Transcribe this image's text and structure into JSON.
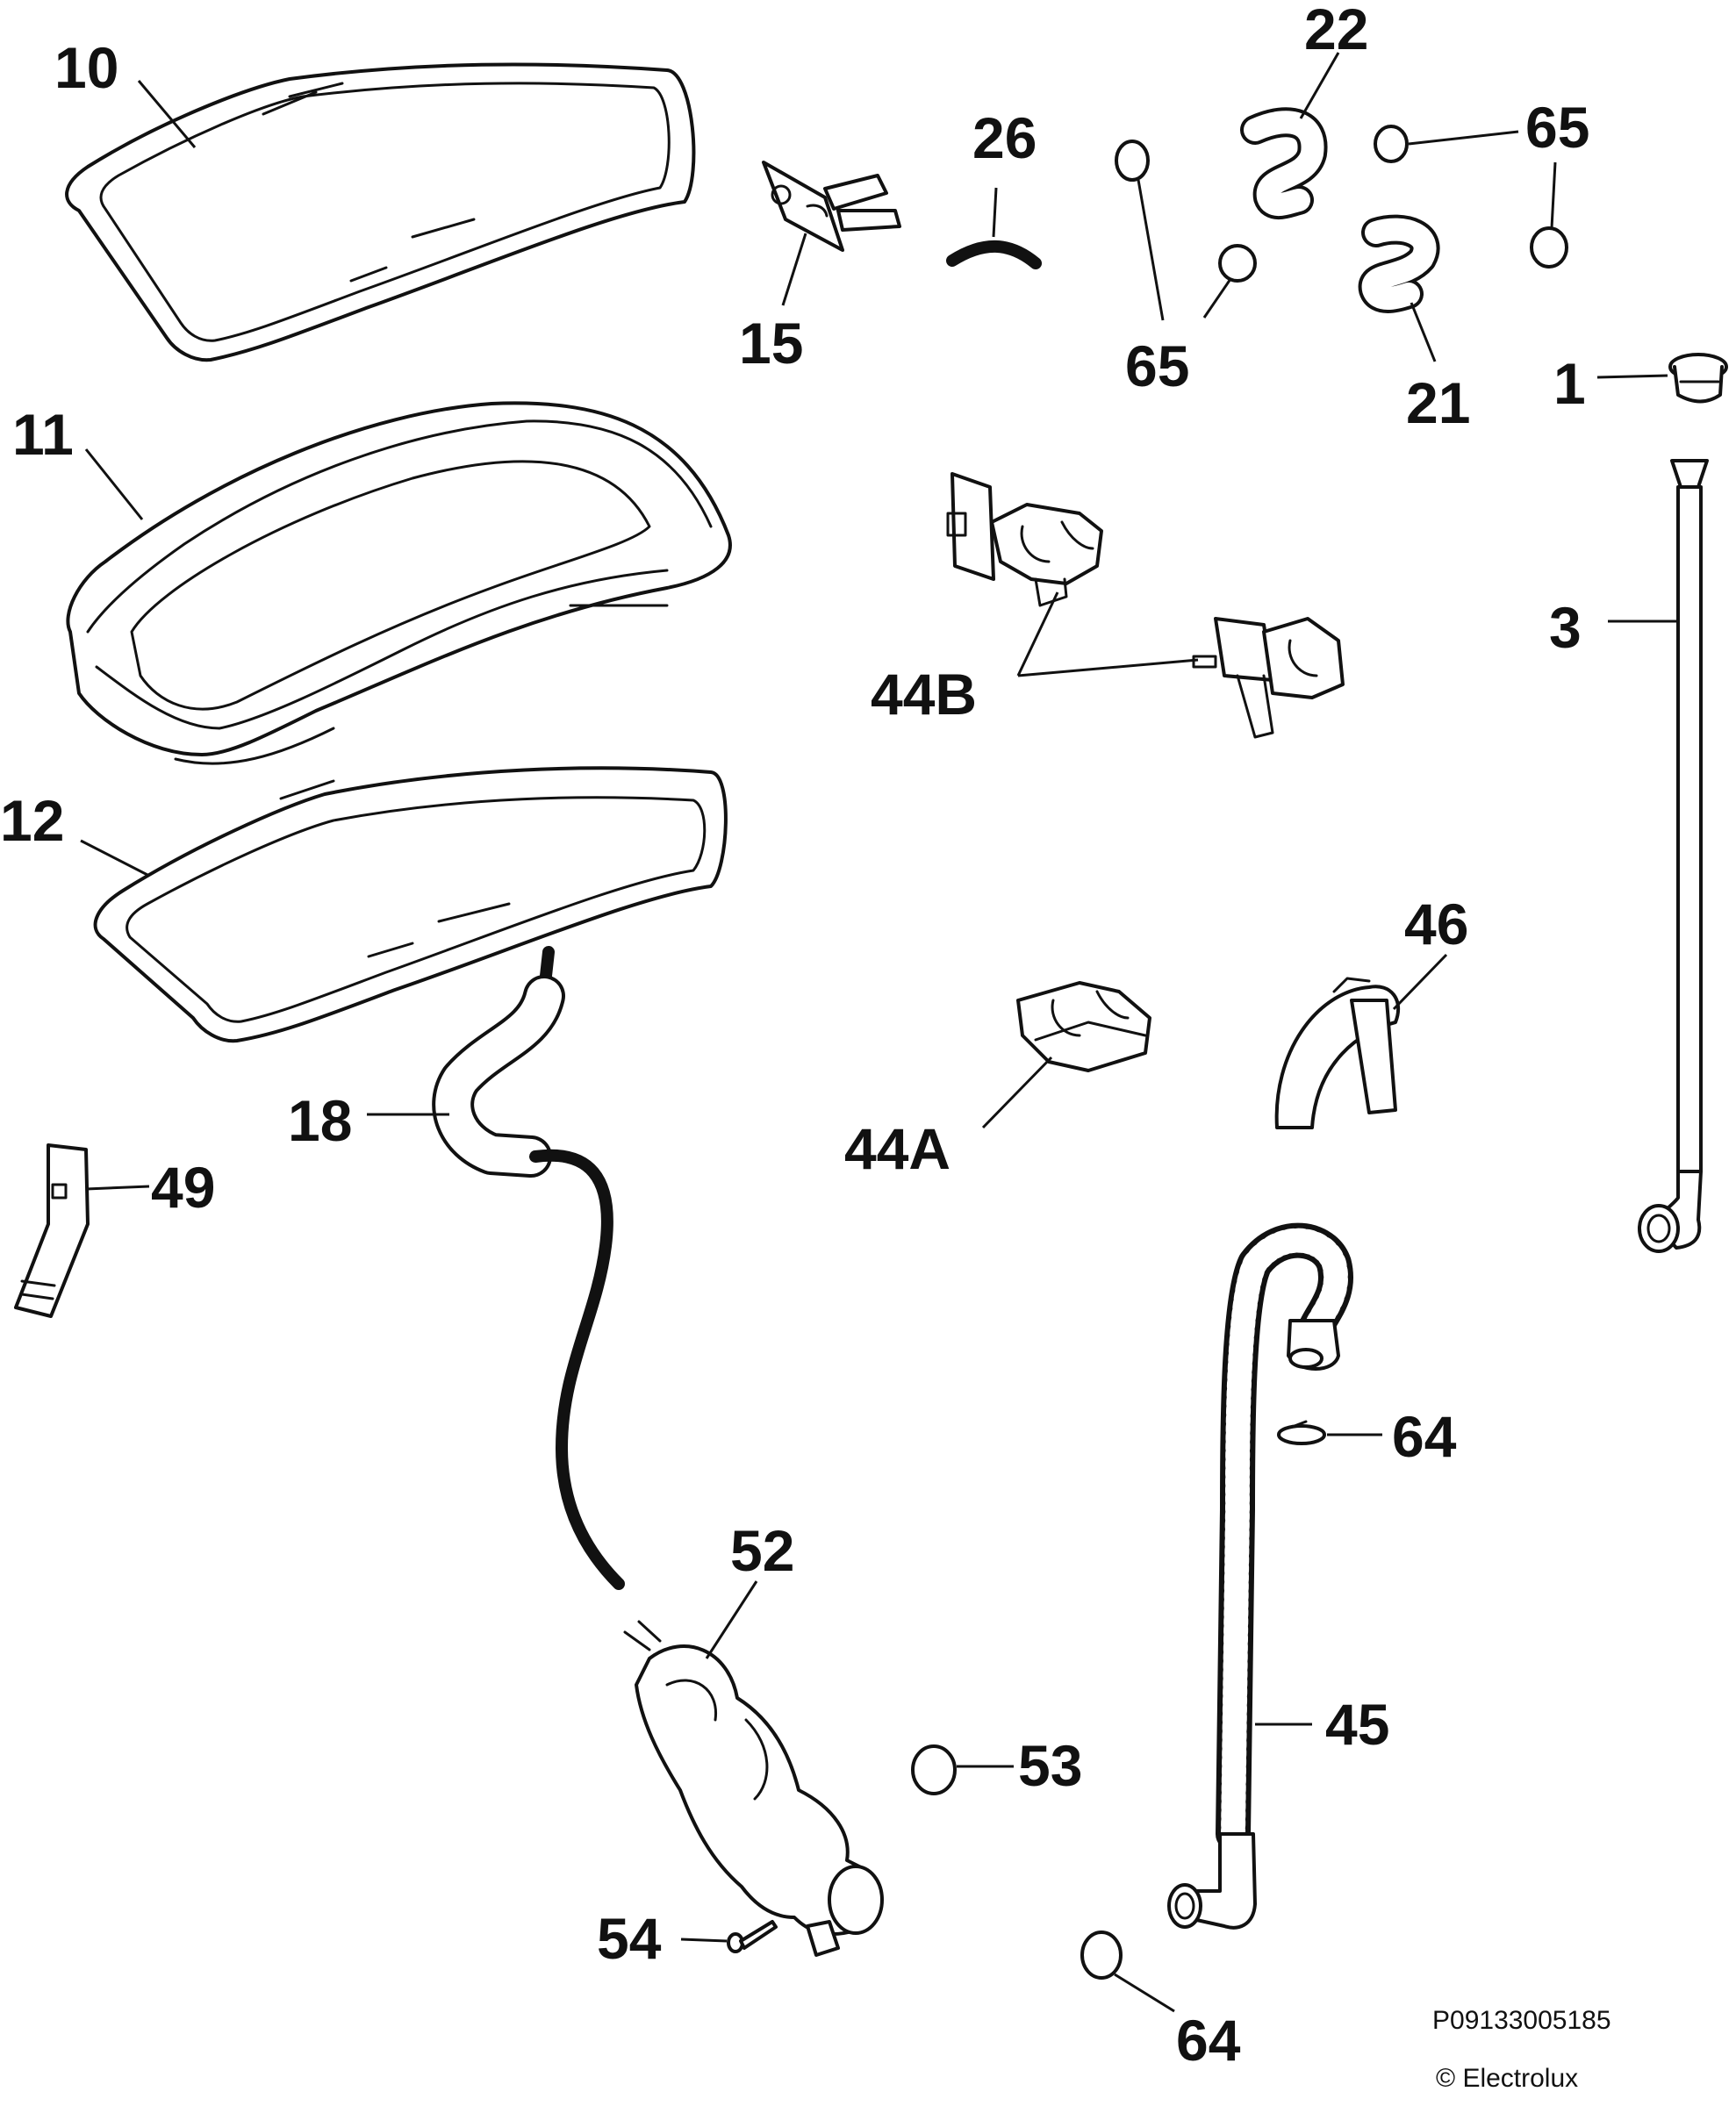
{
  "diagram": {
    "labels": {
      "p10": "10",
      "p11": "11",
      "p12": "12",
      "p15": "15",
      "p26": "26",
      "p22": "22",
      "p65a": "65",
      "p65b": "65",
      "p21": "21",
      "p1": "1",
      "p3": "3",
      "p44b": "44B",
      "p46": "46",
      "p44a": "44A",
      "p18": "18",
      "p49": "49",
      "p64a": "64",
      "p52": "52",
      "p53": "53",
      "p45": "45",
      "p54": "54",
      "p64b": "64"
    },
    "drawing_number": "P09133005185",
    "copyright": "© Electrolux"
  }
}
